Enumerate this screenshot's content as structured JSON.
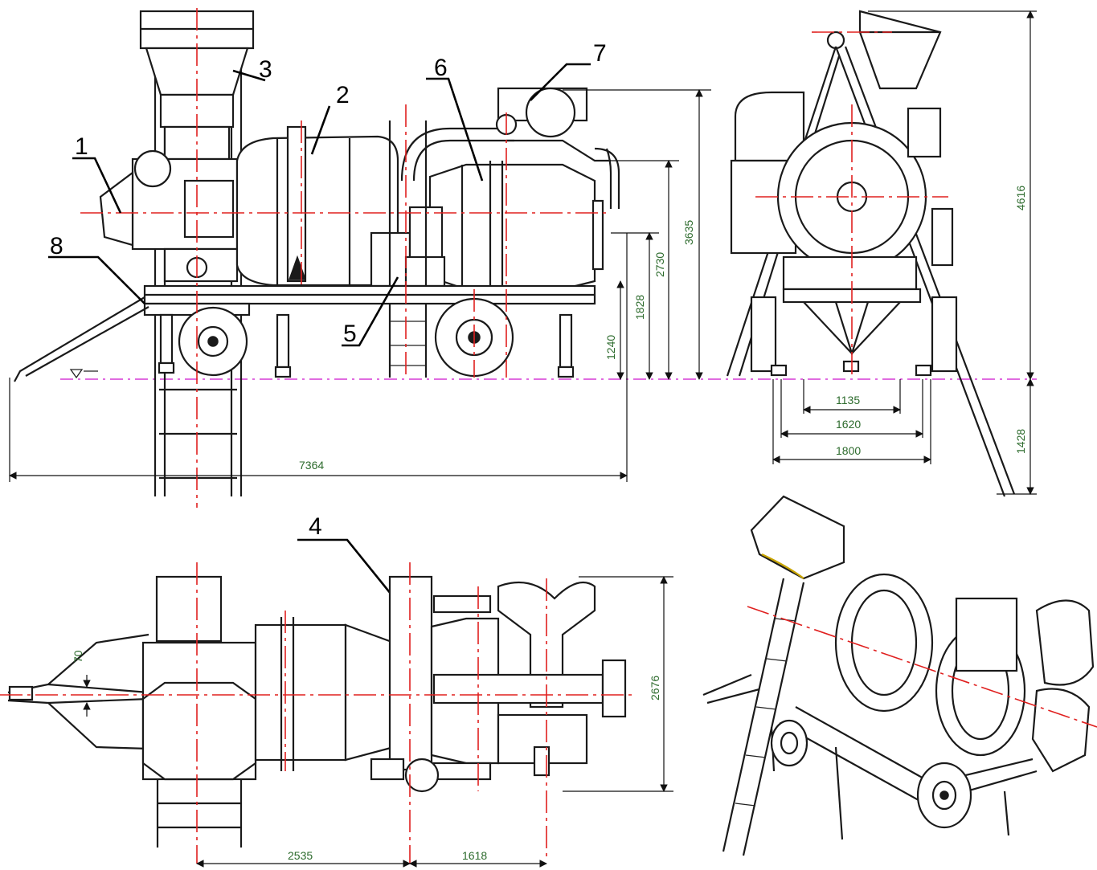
{
  "callouts": [
    "1",
    "2",
    "3",
    "4",
    "5",
    "6",
    "7",
    "8"
  ],
  "dimensions": {
    "overall_length": "7364",
    "height_total_side": "3635",
    "height_drum": "2730",
    "height_platform": "1828",
    "height_axle": "1240",
    "front_height": "4616",
    "front_lower": "1428",
    "track_1": "1135",
    "track_2": "1620",
    "track_3": "1800",
    "top_width": "2676",
    "top_offset": "70",
    "top_len_1": "2535",
    "top_len_2": "1618"
  },
  "colors": {
    "line": "#1a1a1a",
    "centerline": "#e0201f",
    "ground_line": "#d63bd6",
    "dimension_text": "#2d6b2d"
  }
}
